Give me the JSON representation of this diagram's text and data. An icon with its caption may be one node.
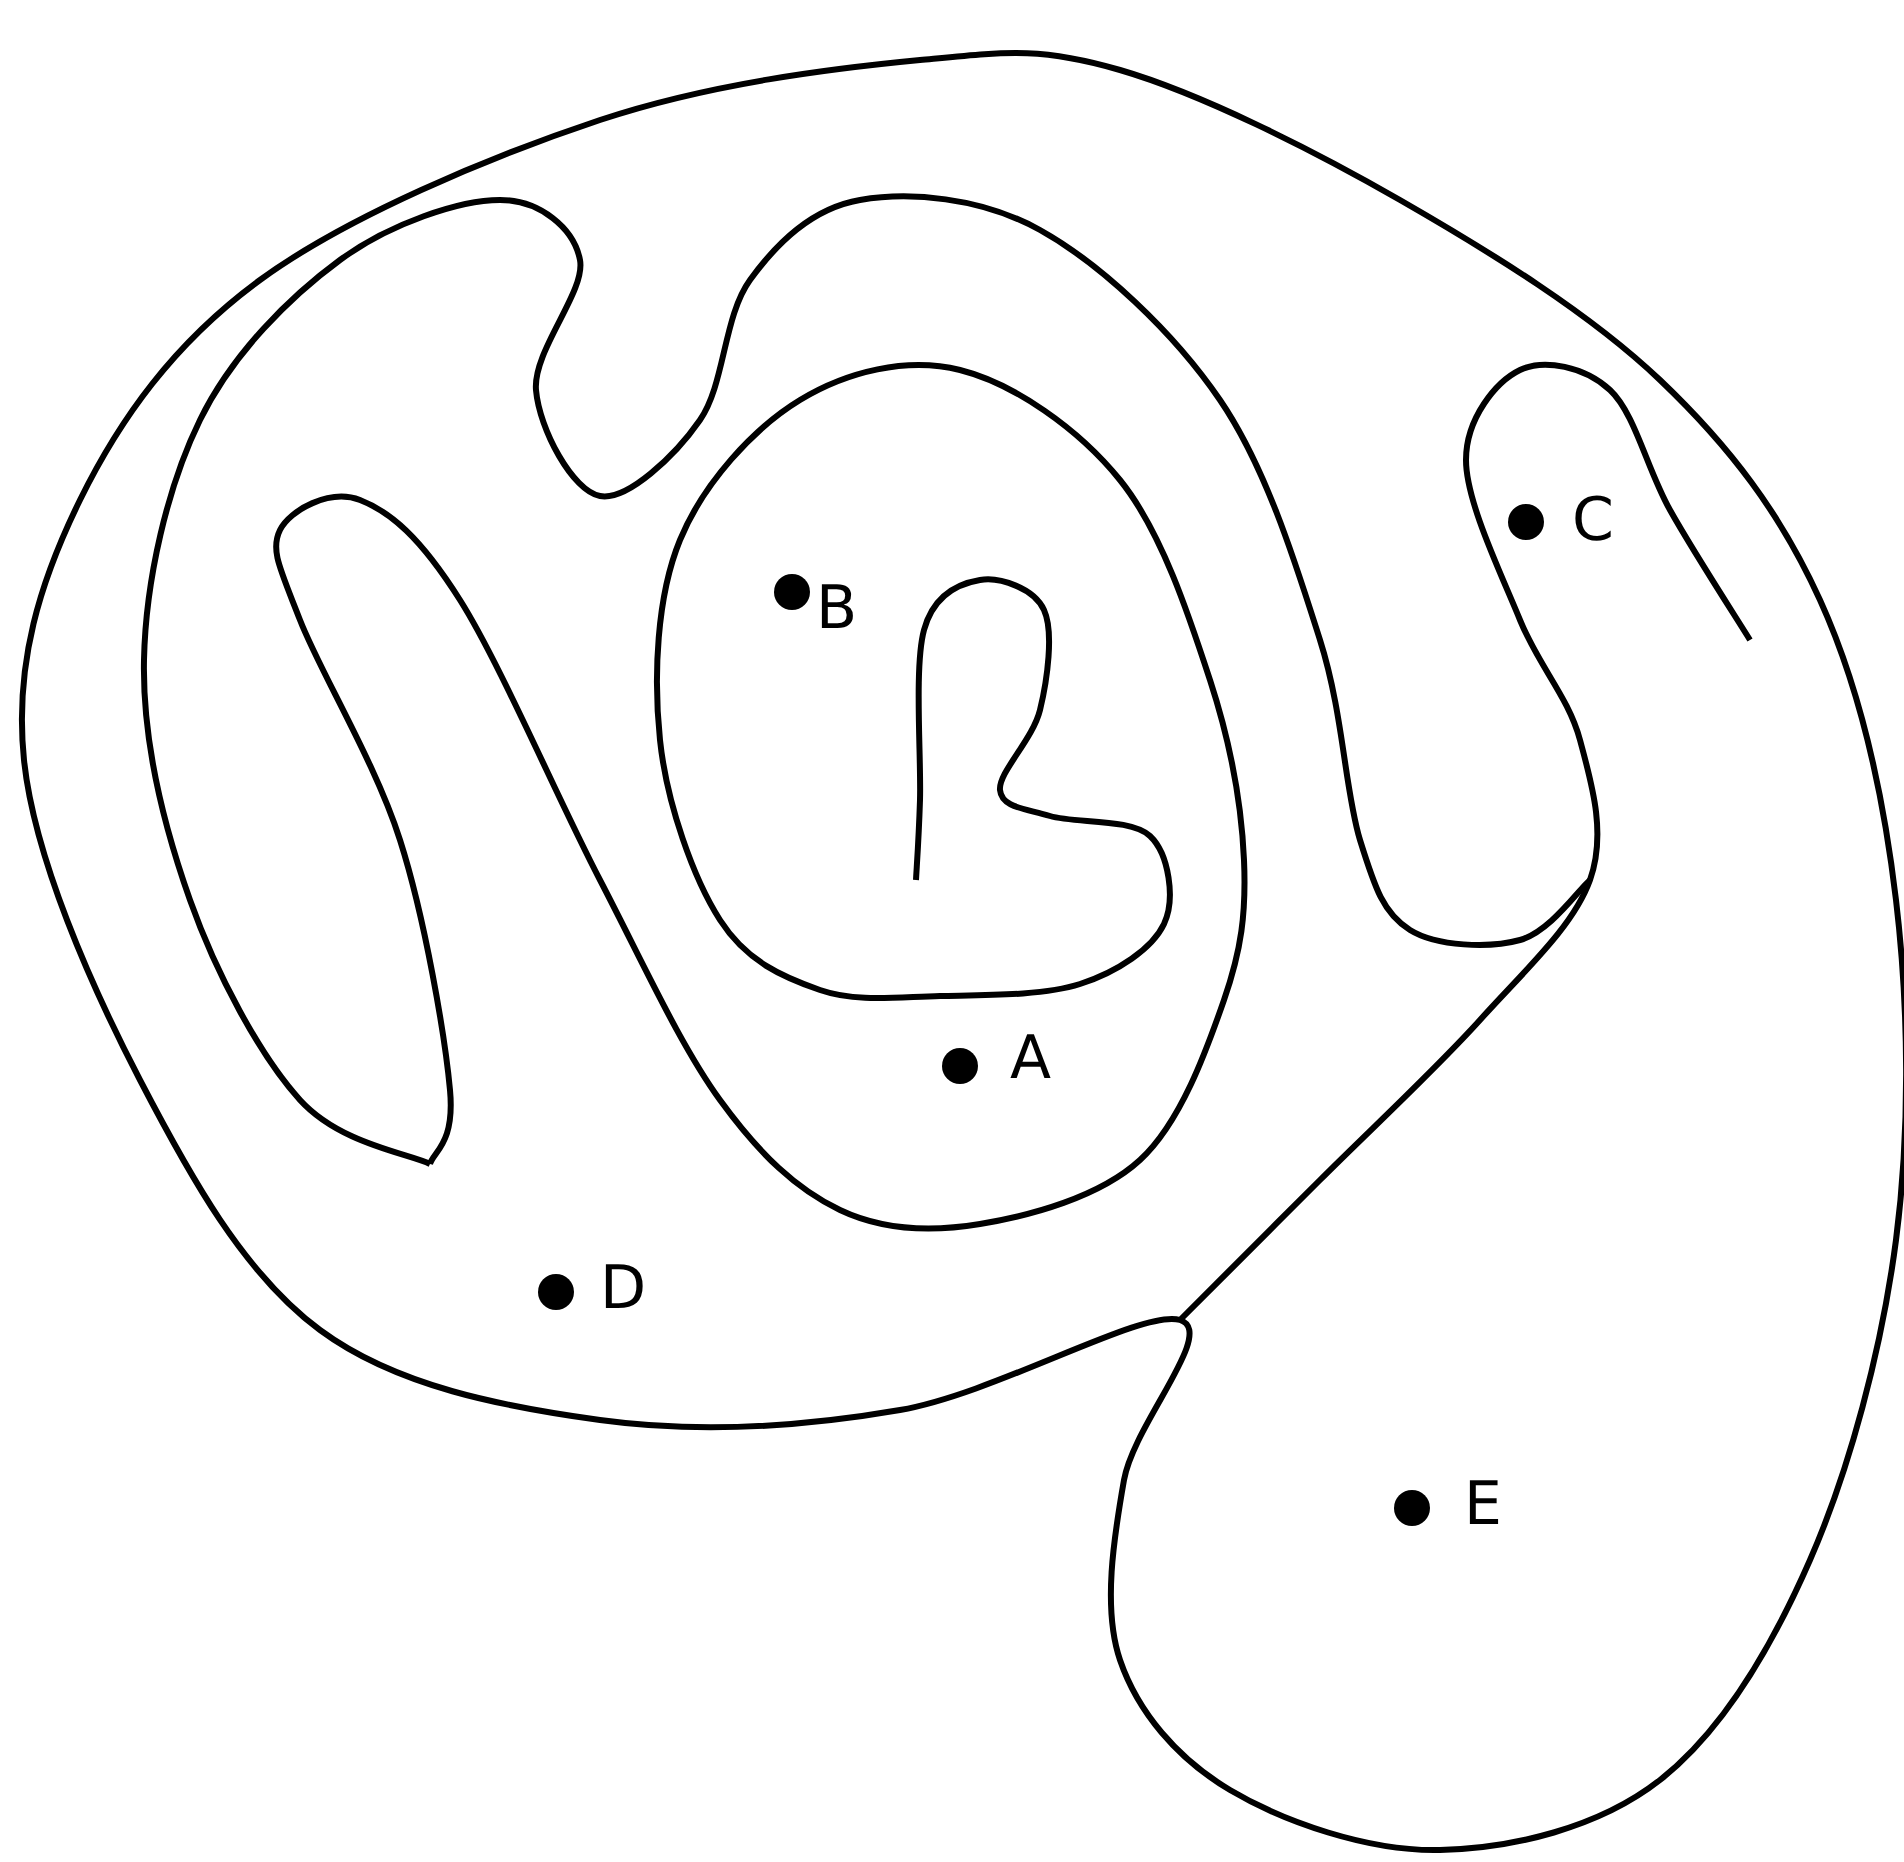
{
  "diagram": {
    "labels": [
      "C",
      "B",
      "A",
      "D",
      "E"
    ]
  }
}
